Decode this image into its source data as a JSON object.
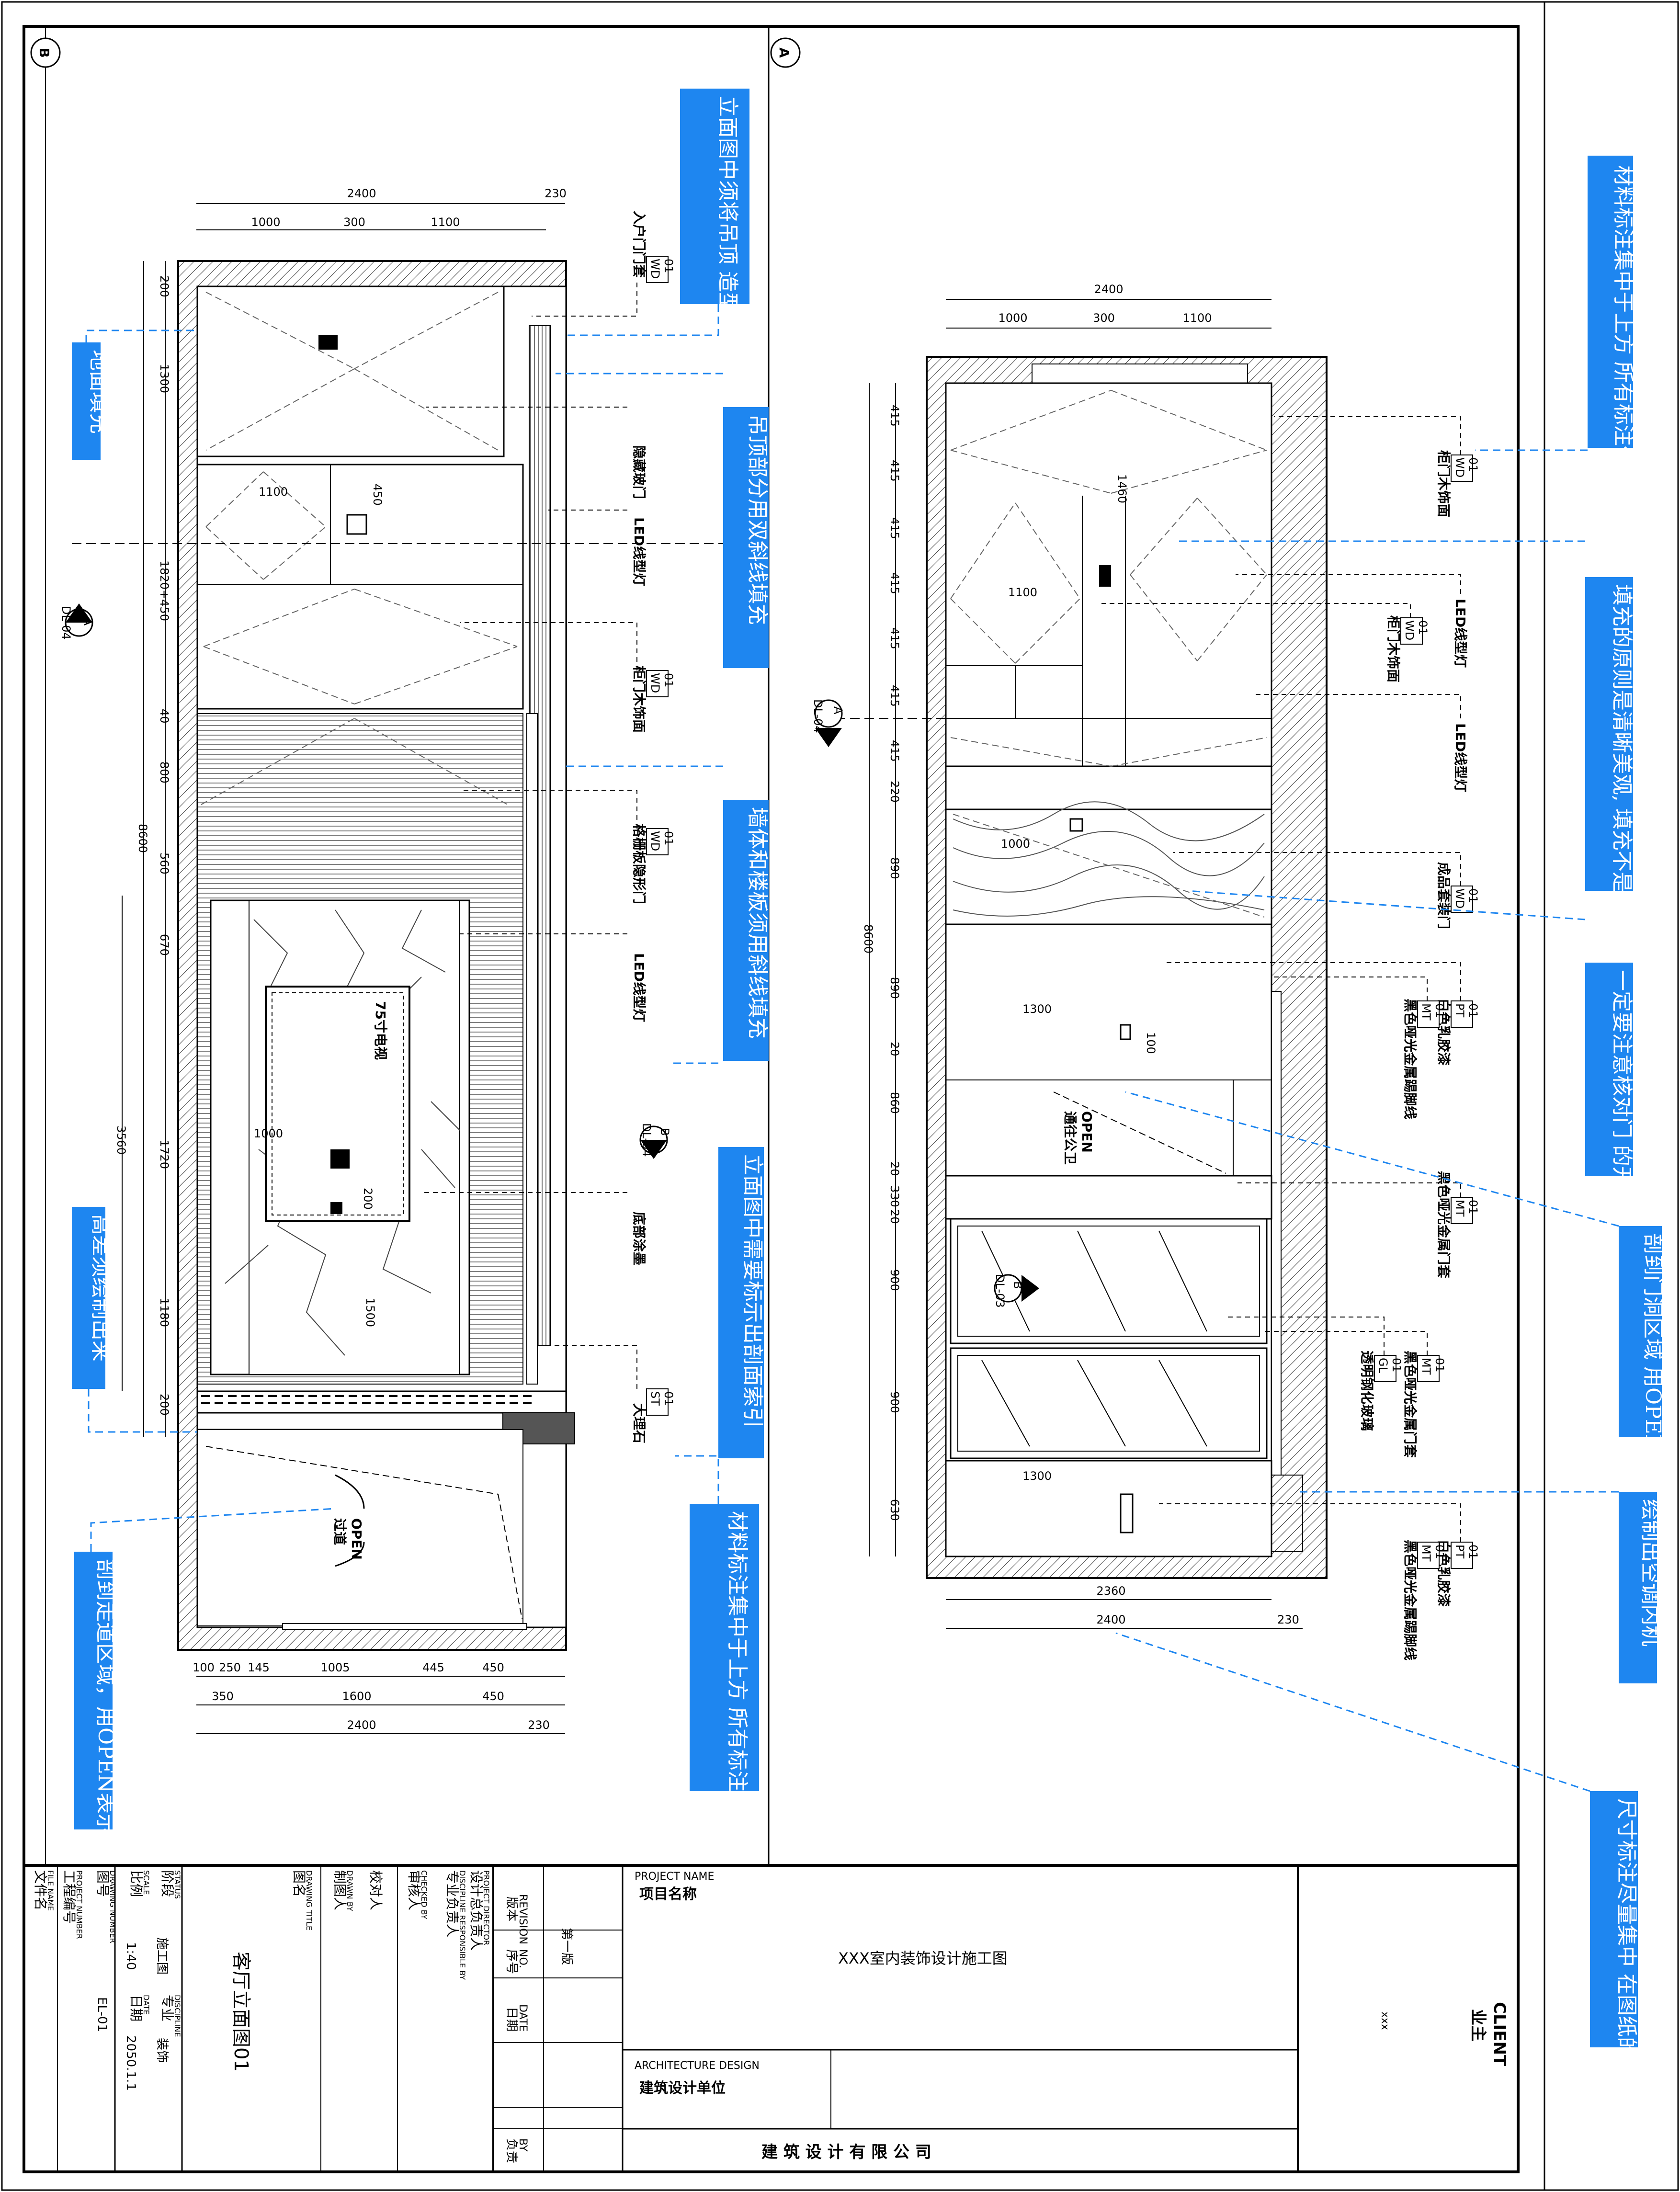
{
  "sheet": {
    "grid_left": "B",
    "grid_right": "A",
    "client_label": "CLIENT",
    "client_cn": "业主",
    "client_value": "xxx",
    "company": "建  筑  设  计  有  限  公  司",
    "arch_design_en": "ARCHITECTURE DESIGN",
    "arch_design_cn": "建筑设计单位",
    "project_name_en": "PROJECT NAME",
    "project_name_cn": "项目名称",
    "project_value": "XXX室内装饰设计施工图",
    "revision_cols": [
      {
        "en": "REVISION",
        "cn": "版本"
      },
      {
        "en": "NO.",
        "cn": "序号"
      },
      {
        "en": "DATE",
        "cn": "日期"
      },
      {
        "en": "BY",
        "cn": "负责"
      }
    ],
    "revision_value": "第一版",
    "roles": [
      {
        "en": "PROJECT DIRECTOR",
        "cn": "设计总负责人"
      },
      {
        "en": "DISCIPLINE RESPONSIBLE BY",
        "cn": "专业负责人"
      },
      {
        "en": "CHECKED BY",
        "cn": "审核人"
      },
      {
        "en": "",
        "cn": "校对人"
      },
      {
        "en": "DRAWN BY",
        "cn": "制图人"
      }
    ],
    "drawing_title_en": "DRAWING TITLE",
    "drawing_title_cn": "图名",
    "drawing_title": "客厅立面图01",
    "status_en": "STATUS",
    "status_cn": "阶段",
    "status_value": "施工图",
    "discipline_en": "DISCIPLINE",
    "discipline_cn": "专业",
    "discipline_value": "装饰",
    "scale_en": "SCALE",
    "scale_cn": "比例",
    "scale_value": "1:40",
    "date_en": "DATE",
    "date_cn": "日期",
    "date_value": "2050.1.1",
    "drawing_no_en": "DRAWING NUMBER",
    "drawing_no_cn": "图号",
    "drawing_no_value": "EL-01",
    "project_no_en": "PROJECT NUMBER",
    "project_no_cn": "工程编号",
    "file_en": "FILE NAME",
    "file_cn": "文件名"
  },
  "notes": [
    "材料标注集中于上方 所有标注保持统一高度",
    "填充的原则是清晰美观, 填充不是必须的，可以不填",
    "一定要注意核对门 的开启线是否正确",
    "剖到门洞区域 用OPEN表示",
    "绘制出空调内机",
    "尺寸标注尽量集中 在图纸的左右两边",
    "立面图中须将吊顶 造型轮廓绘制清楚",
    "吊顶部分用双斜线填充",
    "墙体和楼板须用斜线填充",
    "立面图中需要标示出剖面索引",
    "材料标注集中于上方 所有标注保持统一高度",
    "地面填充",
    "高差须绘制出来",
    "剖到走道区域，用OPEN表示"
  ],
  "elev_b": {
    "top_dims": [
      "2400",
      "230",
      "1000",
      "300",
      "1100"
    ],
    "left_dims": [
      "200",
      "1300",
      "1820+450",
      "40",
      "800",
      "560",
      "670",
      "1720",
      "1180",
      "200",
      "8600",
      "3560"
    ],
    "bottom_dims": [
      "100",
      "250",
      "145",
      "1005",
      "445",
      "450",
      "350",
      "1600",
      "450",
      "2400",
      "230"
    ],
    "inner_dims": [
      "1100",
      "450",
      "1000",
      "200",
      "1500"
    ],
    "tv_label": "75寸电视",
    "open_label": "OPEN",
    "open_sub": "过道",
    "labels": [
      {
        "code": "WD",
        "num": "01",
        "text": "入户门门套"
      },
      {
        "code": "",
        "num": "",
        "text": "隐藏玻门"
      },
      {
        "code": "",
        "num": "",
        "text": "LED线型灯"
      },
      {
        "code": "WD",
        "num": "01",
        "text": "柜门木饰面"
      },
      {
        "code": "WD",
        "num": "01",
        "text": "格栅板隐形门"
      },
      {
        "code": "",
        "num": "",
        "text": "LED线型灯"
      },
      {
        "code": "",
        "num": "",
        "text": "底部涂墨"
      },
      {
        "code": "ST",
        "num": "01",
        "text": "大理石"
      }
    ],
    "section_marks": [
      {
        "letter": "A",
        "ref": "DL-04"
      },
      {
        "letter": "B",
        "ref": "DL-04"
      }
    ]
  },
  "elev_a": {
    "top_dims": [
      "2400",
      "1000",
      "300",
      "1100"
    ],
    "left_dims": [
      "415",
      "415",
      "415",
      "415",
      "415",
      "415",
      "415",
      "220",
      "890",
      "890",
      "20",
      "860",
      "20",
      "330",
      "20",
      "900",
      "900",
      "630",
      "8600"
    ],
    "bottom_dims": [
      "2360",
      "2400",
      "230"
    ],
    "inner_dims": [
      "1460",
      "1100",
      "1000",
      "1300",
      "100",
      "1300"
    ],
    "open_label": "OPEN",
    "open_sub": "通往公卫",
    "labels": [
      {
        "code": "WD",
        "num": "01",
        "text": "柜门木饰面"
      },
      {
        "code": "",
        "num": "",
        "text": "LED线型灯"
      },
      {
        "code": "WD",
        "num": "01",
        "text": "柜门木饰面"
      },
      {
        "code": "",
        "num": "",
        "text": "LED线型灯"
      },
      {
        "code": "WD",
        "num": "01",
        "text": "成品套装门"
      },
      {
        "code": "PT",
        "num": "01",
        "text": "白色乳胶漆"
      },
      {
        "code": "MT",
        "num": "01",
        "text": "黑色哑光金属踢脚线"
      },
      {
        "code": "MT",
        "num": "01",
        "text": "黑色哑光金属门套"
      },
      {
        "code": "GL",
        "num": "01",
        "text": "透明钢化玻璃"
      },
      {
        "code": "MT",
        "num": "01",
        "text": "黑色哑光金属门套"
      },
      {
        "code": "PT",
        "num": "01",
        "text": "白色乳胶漆"
      },
      {
        "code": "MT",
        "num": "01",
        "text": "黑色哑光金属踢脚线"
      }
    ],
    "section_marks": [
      {
        "letter": "A",
        "ref": "DL-04"
      },
      {
        "letter": "B",
        "ref": "DL-03"
      }
    ]
  }
}
